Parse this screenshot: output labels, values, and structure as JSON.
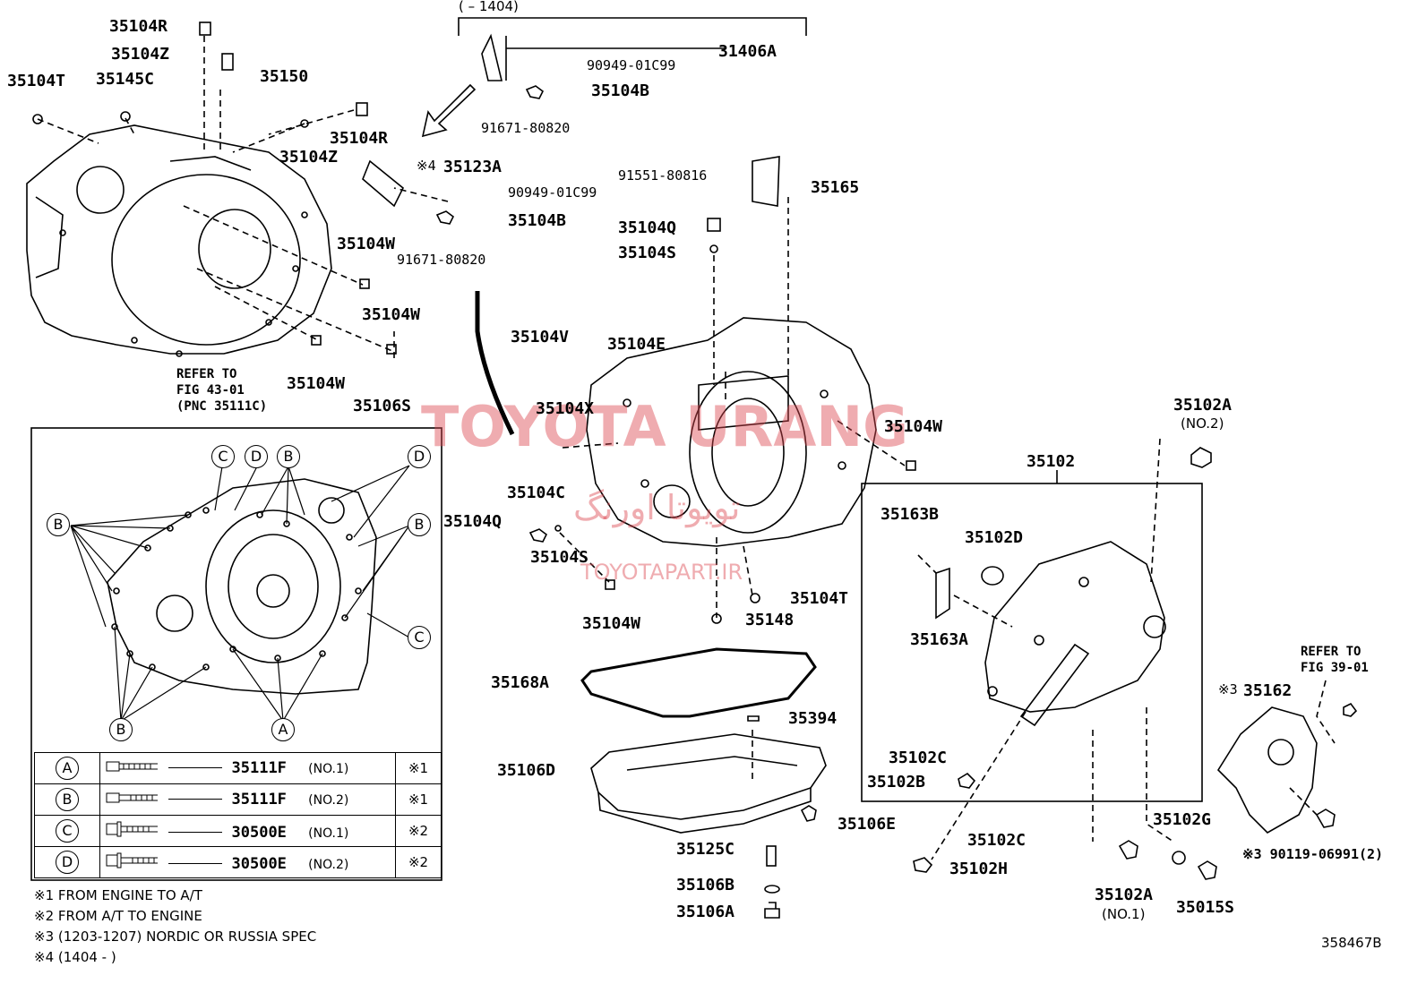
{
  "header": {
    "range": "(        – 1404)"
  },
  "labels": {
    "p35104R_top": "35104R",
    "p35104Z_top": "35104Z",
    "p35150": "35150",
    "p35104T_left": "35104T",
    "p35145C": "35145C",
    "p35104R_mid": "35104R",
    "p35104Z_mid": "35104Z",
    "p31406A": "31406A",
    "p90949_top": "90949-01C99",
    "p35104B_top": "35104B",
    "p91671_top": "91671-80820",
    "p35123A": "35123A",
    "p35123A_mark": "※4",
    "p90949_mid": "90949-01C99",
    "p35104B_mid": "35104B",
    "p91671_mid": "91671-80820",
    "p91551": "91551-80816",
    "p35165": "35165",
    "p35104Q_top": "35104Q",
    "p35104S_top": "35104S",
    "p35104W_a": "35104W",
    "p35104W_b": "35104W",
    "p35104W_c": "35104W",
    "p35106S": "35106S",
    "p35104V": "35104V",
    "p35104E": "35104E",
    "p35104X": "35104X",
    "p35104W_right": "35104W",
    "p35104C": "35104C",
    "p35104Q_bot": "35104Q",
    "p35104S_bot": "35104S",
    "p35104W_bot": "35104W",
    "p35104T_bot": "35104T",
    "p35148": "35148",
    "p35168A": "35168A",
    "p35394": "35394",
    "p35106D": "35106D",
    "p35106E": "35106E",
    "p35125C": "35125C",
    "p35106B": "35106B",
    "p35106A": "35106A",
    "p35102A_top": "35102A",
    "p35102A_top_no": "(NO.2)",
    "p35102": "35102",
    "p35163B": "35163B",
    "p35102D": "35102D",
    "p35163A": "35163A",
    "p35102C_a": "35102C",
    "p35102B": "35102B",
    "p35102C_b": "35102C",
    "p35102H": "35102H",
    "p35102A_bot": "35102A",
    "p35102A_bot_no": "(NO.1)",
    "p35102G": "35102G",
    "p35015S": "35015S",
    "p35162": "35162",
    "p35162_mark": "※3",
    "p90119": "※3 90119-06991(2)",
    "refer_left": [
      "REFER TO",
      "FIG 43-01",
      "(PNC 35111C)"
    ],
    "refer_right": [
      "REFER TO",
      "FIG 39-01"
    ],
    "diagram_no": "358467B"
  },
  "callouts": {
    "A": "A",
    "B": "B",
    "C": "C",
    "D": "D"
  },
  "bolt_table": [
    {
      "letter": "A",
      "part": "35111F",
      "no": "(NO.1)",
      "mark": "※1"
    },
    {
      "letter": "B",
      "part": "35111F",
      "no": "(NO.2)",
      "mark": "※1"
    },
    {
      "letter": "C",
      "part": "30500E",
      "no": "(NO.1)",
      "mark": "※2"
    },
    {
      "letter": "D",
      "part": "30500E",
      "no": "(NO.2)",
      "mark": "※2"
    }
  ],
  "notes": [
    "※1 FROM ENGINE TO A/T",
    "※2 FROM A/T TO ENGINE",
    "※3 (1203-1207) NORDIC OR RUSSIA SPEC",
    "※4 (1404 -        )"
  ],
  "watermark": {
    "main": "TOYOTA URANG",
    "site": "TOYOTAPART.IR",
    "persian": "تویوتا اورنگ"
  }
}
